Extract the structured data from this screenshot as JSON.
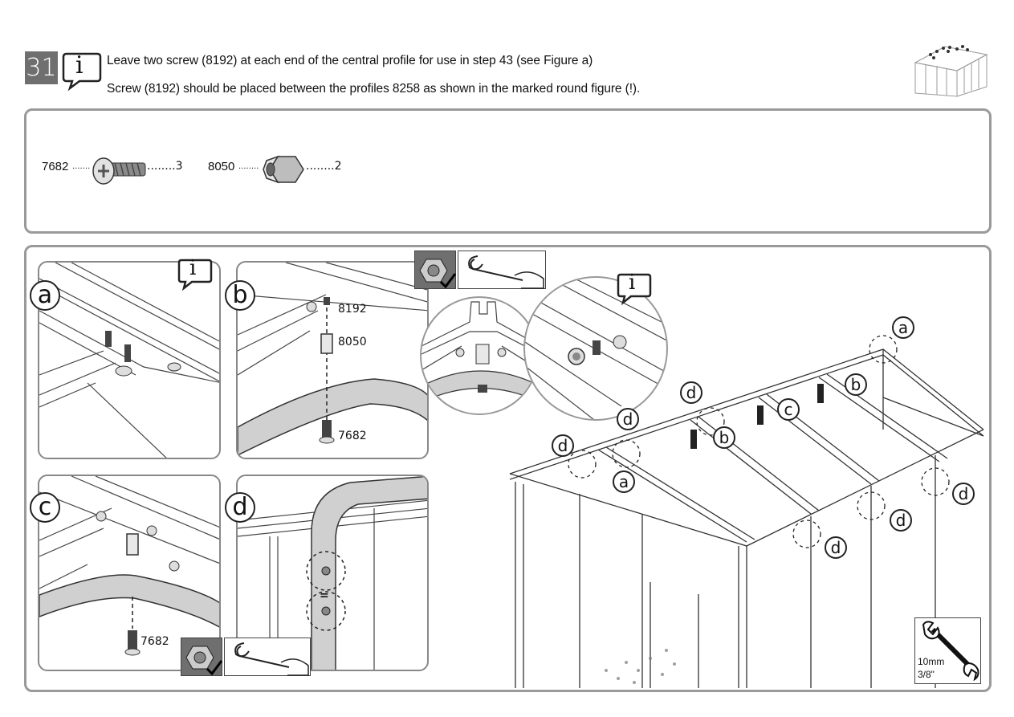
{
  "step": {
    "number": "31"
  },
  "instructions": {
    "line1": "Leave two screw (8192) at each end of the central profile for use in step 43 (see Figure a)",
    "line2": "Screw (8192) should be placed between the profiles 8258 as shown in the marked round figure (!)."
  },
  "icons": {
    "info": "i"
  },
  "parts": [
    {
      "code": "7682",
      "dots": ".......",
      "qty_text": "........3",
      "icon": "screw-icon"
    },
    {
      "code": "8050",
      "dots": "........",
      "qty_text": "........2",
      "icon": "hex-nut-icon"
    }
  ],
  "figures": {
    "a": {
      "label": "a"
    },
    "b": {
      "label": "b",
      "part_top": "8192",
      "part_mid": "8050",
      "part_bottom": "7682"
    },
    "c": {
      "label": "c",
      "part_bottom": "7682"
    },
    "d": {
      "label": "d",
      "equals": "="
    }
  },
  "overview_callouts": {
    "a": "a",
    "b": "b",
    "c": "c",
    "d": "d"
  },
  "tool": {
    "size_metric": "10mm",
    "size_imperial": "3/8\""
  },
  "colors": {
    "border": "#9a9a9a",
    "step_bg": "#6f6f6f",
    "profile_gray": "#d0d0d0"
  }
}
